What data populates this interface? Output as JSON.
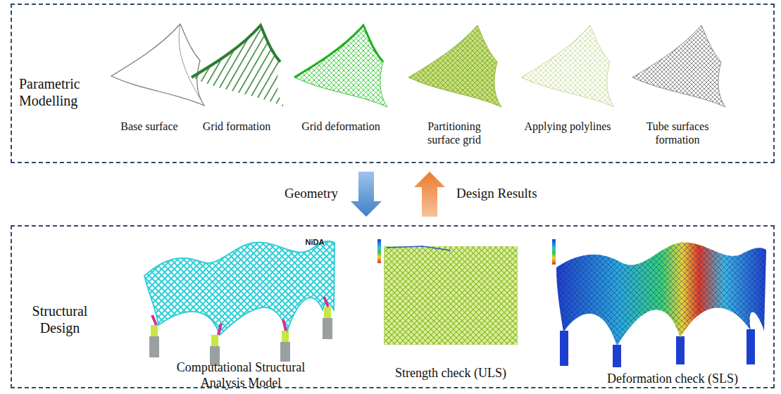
{
  "diagram": {
    "nodes": [
      {
        "text": [
          "Parametric Modelling"
        ]
      },
      {
        "text": [
          "Structural Design"
        ]
      }
    ],
    "edges": [
      {
        "from": 0,
        "to": 1,
        "arrow": "to",
        "label": "Geometry"
      },
      {
        "from": 1,
        "to": 0,
        "arrow": "to",
        "label": "Design Results"
      }
    ],
    "labels": [
      "Base surface",
      "Grid formation",
      "Grid deformation",
      "Partitioning surface grid",
      "Applying polylines",
      "Tube surfaces formation",
      "NiDA",
      "Computational Structural Analysis Model",
      "Strength check (ULS)",
      "Deformation check (SLS)"
    ]
  }
}
